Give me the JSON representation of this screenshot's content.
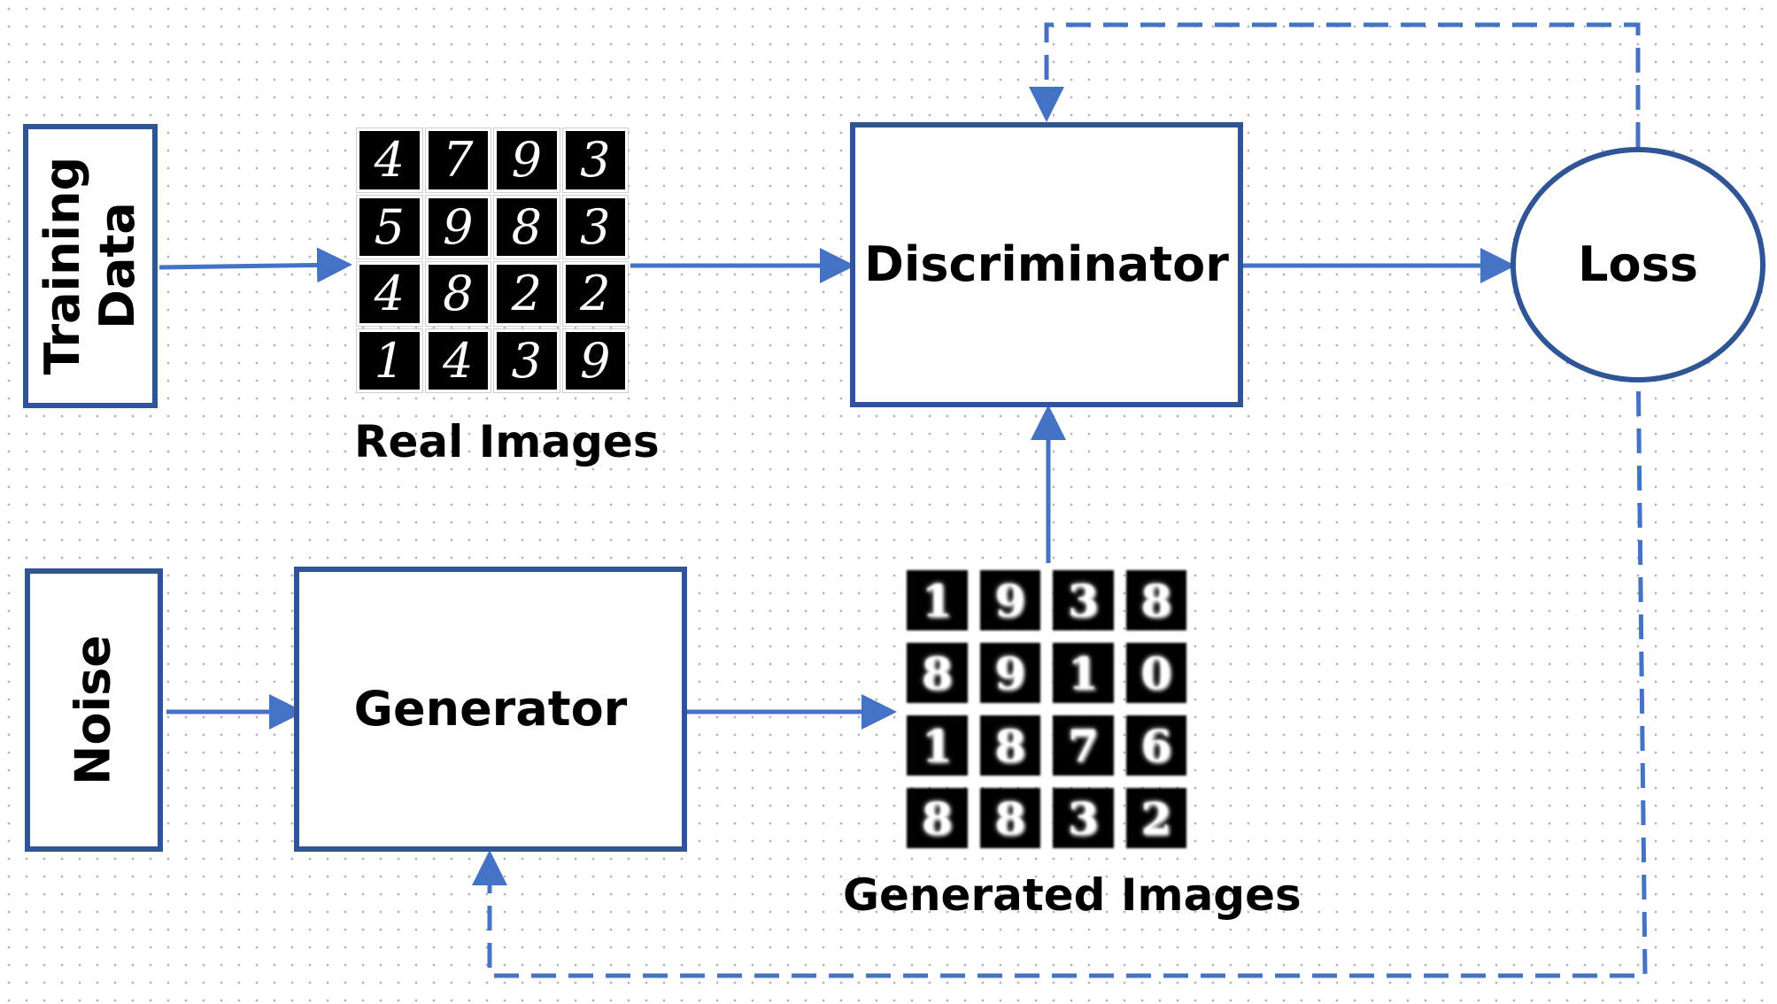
{
  "nodes": {
    "training_data": "Training\nData",
    "discriminator": "Discriminator",
    "loss": "Loss",
    "noise": "Noise",
    "generator": "Generator"
  },
  "captions": {
    "real_images": "Real Images",
    "generated_images": "Generated Images"
  },
  "real_images": [
    "4",
    "7",
    "9",
    "3",
    "5",
    "9",
    "8",
    "3",
    "4",
    "8",
    "2",
    "2",
    "1",
    "4",
    "3",
    "9"
  ],
  "generated_images": [
    "1",
    "9",
    "3",
    "8",
    "8",
    "9",
    "1",
    "0",
    "1",
    "8",
    "7",
    "6",
    "8",
    "8",
    "3",
    "2"
  ],
  "colors": {
    "box_border": "#2f5597",
    "arrow": "#4472c4"
  }
}
